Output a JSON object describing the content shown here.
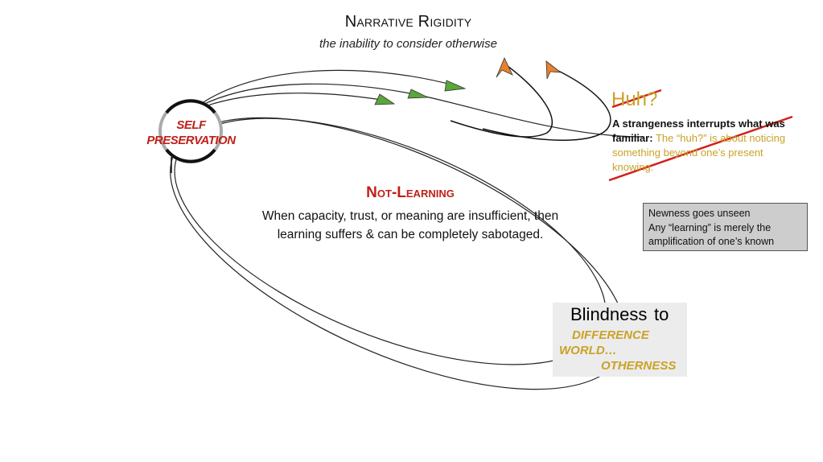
{
  "title": "Narrative Rigidity",
  "subtitle": "the inability to consider otherwise",
  "self_preservation": {
    "line1": "SELF",
    "line2": "PRESERVATION"
  },
  "not_learning": {
    "title": "Not-Learning",
    "body": "When capacity, trust, or meaning are insufficient, then learning suffers & can be completely sabotaged."
  },
  "huh": {
    "title": "Huh?",
    "bold_text": "A strangeness interrupts what was familiar:",
    "gold_text": "The “huh?” is about noticing something beyond one’s present knowing.",
    "struck_out": true
  },
  "newness_box": {
    "line1": "Newness goes unseen",
    "line2": "Any “learning” is merely the amplification of one’s known"
  },
  "blindness": {
    "main1": "Blindness",
    "main2": "to",
    "overlay1": "DIFFERENCE",
    "overlay2": "WORLD…",
    "overlay3": "OTHERNESS"
  },
  "colors": {
    "red": "#c0201a",
    "gold": "#c9a227",
    "green_arrow": "#5aa63a",
    "orange_arrow": "#e8812e"
  }
}
